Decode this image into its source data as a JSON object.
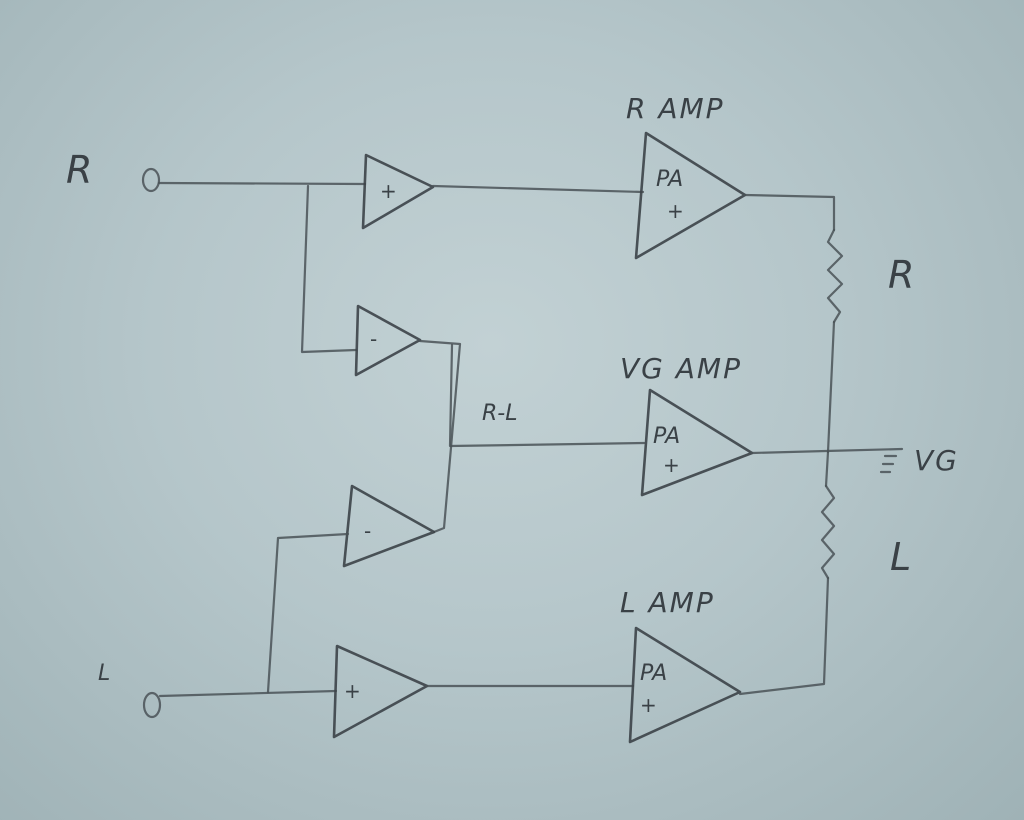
{
  "inputs": {
    "right": "R",
    "left": "L"
  },
  "stages": {
    "r_buffer": "+",
    "r_sub": "-",
    "l_sub": "-",
    "l_buffer": "+"
  },
  "difference_signal": "R-L",
  "power_amps": {
    "right": {
      "title": "R AMP",
      "type": "PA",
      "polarity": "+"
    },
    "vg": {
      "title": "VG AMP",
      "type": "PA",
      "polarity": "+"
    },
    "left": {
      "title": "L AMP",
      "type": "PA",
      "polarity": "+"
    }
  },
  "outputs": {
    "right_load": "R",
    "left_load": "L",
    "ground": "VG"
  }
}
